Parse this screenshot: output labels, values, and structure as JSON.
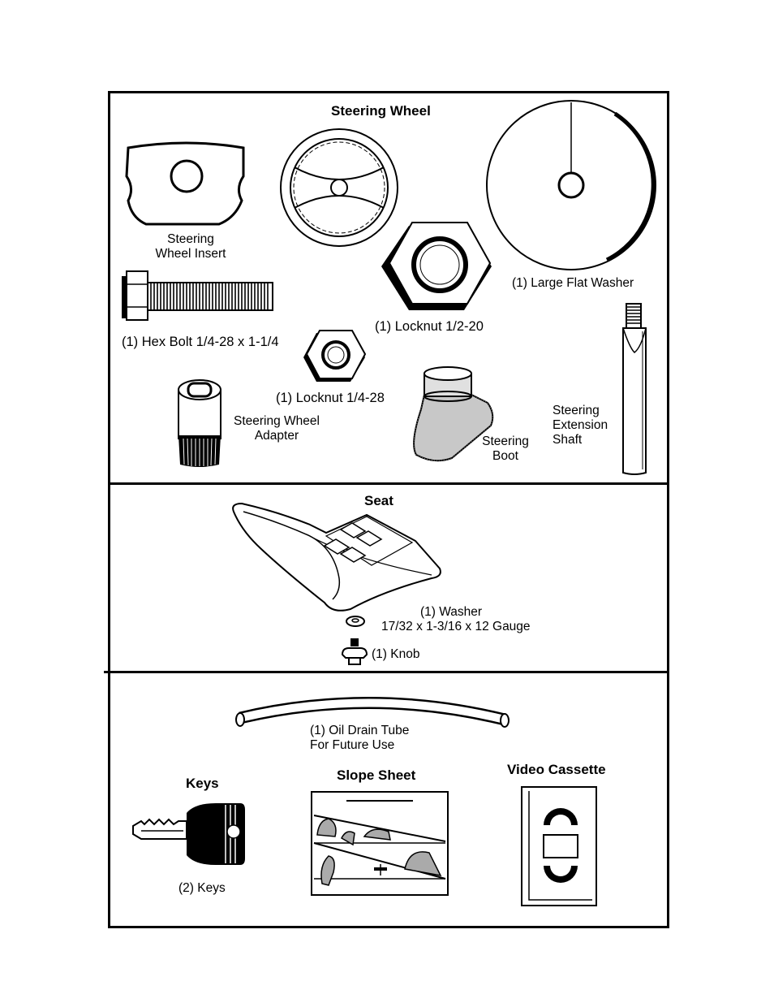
{
  "steering": {
    "title": "Steering Wheel",
    "insert_line1": "Steering",
    "insert_line2": "Wheel Insert",
    "large_flat_washer": "(1) Large Flat Washer",
    "locknut_half": "(1) Locknut  1/2-20",
    "hex_bolt": "(1) Hex Bolt  1/4-28 x 1-1/4",
    "locknut_quarter": "(1) Locknut  1/4-28",
    "adapter_line1": "Steering Wheel",
    "adapter_line2": "Adapter",
    "boot_line1": "Steering",
    "boot_line2": "Boot",
    "shaft_line1": "Steering",
    "shaft_line2": "Extension",
    "shaft_line3": "Shaft"
  },
  "seat": {
    "title": "Seat",
    "washer_line1": "(1) Washer",
    "washer_line2": "17/32 x 1-3/16 x 12 Gauge",
    "knob": "(1) Knob"
  },
  "misc": {
    "tube_line1": "(1) Oil Drain Tube",
    "tube_line2": "For Future Use",
    "keys_title": "Keys",
    "keys_label": "(2) Keys",
    "slope_title": "Slope Sheet",
    "video_title": "Video Cassette"
  }
}
